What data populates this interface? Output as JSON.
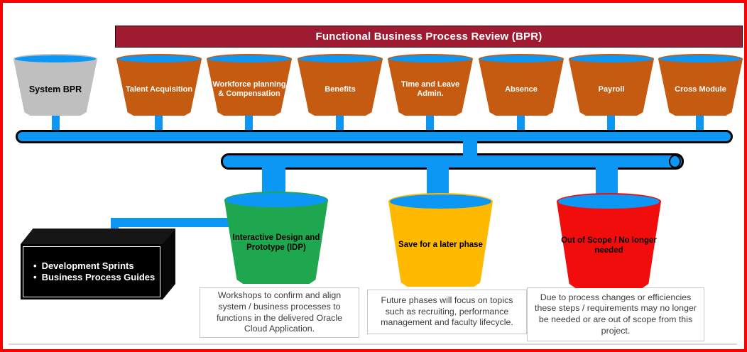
{
  "banner": {
    "title": "Functional Business Process Review (BPR)"
  },
  "source_buckets": [
    {
      "label": "System BPR",
      "color": "#bfbfbf"
    },
    {
      "label": "Talent Acquisition",
      "color": "#c55a11"
    },
    {
      "label": "Workforce planning & Compensation",
      "color": "#c55a11"
    },
    {
      "label": "Benefits",
      "color": "#c55a11"
    },
    {
      "label": "Time and Leave Admin.",
      "color": "#c55a11"
    },
    {
      "label": "Absence",
      "color": "#c55a11"
    },
    {
      "label": "Payroll",
      "color": "#c55a11"
    },
    {
      "label": "Cross Module",
      "color": "#c55a11"
    }
  ],
  "destination_buckets": [
    {
      "label": "Interactive Design and Prototype (IDP)",
      "color": "#1fa750",
      "note": "Workshops to confirm and align system / business processes to functions in the delivered Oracle Cloud Application."
    },
    {
      "label": "Save for a later phase",
      "color": "#ffb900",
      "note": "Future phases will focus on topics such as recruiting, performance management and faculty lifecycle."
    },
    {
      "label": "Out of Scope / No longer needed",
      "color": "#f20d0d",
      "note": "Due to process changes or  efficiencies these steps / requirements may no longer be needed or are out of scope from this project."
    }
  ],
  "legend_box": {
    "items": [
      "Development Sprints",
      "Business Process Guides"
    ]
  },
  "colors": {
    "pipe_blue": "#0d97f4",
    "banner_maroon": "#9e1b32",
    "frame_red": "#ff0000",
    "bucket_orange": "#c55a11",
    "bucket_gray": "#bfbfbf",
    "bucket_green": "#1fa750",
    "bucket_gold": "#ffb900",
    "bucket_red": "#f20d0d"
  }
}
